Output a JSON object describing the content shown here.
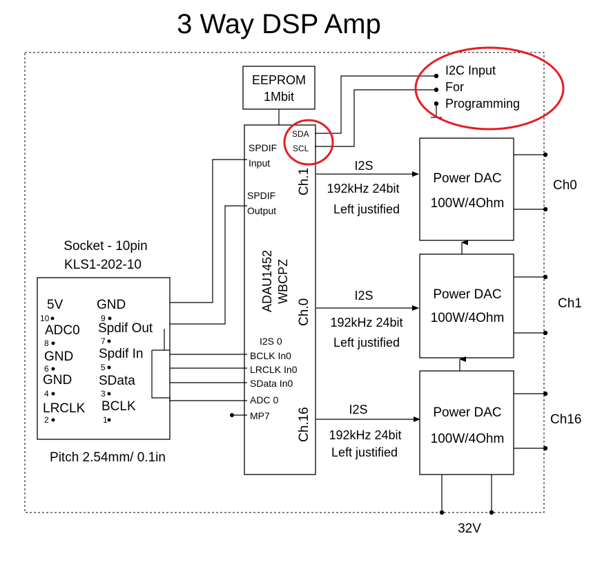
{
  "title": "3 Way DSP Amp",
  "eeprom": {
    "line1": "EEPROM",
    "line2": "1Mbit"
  },
  "i2c": {
    "line1": "I2C Input",
    "line2": "For",
    "line3": "Programming"
  },
  "dsp": {
    "part_line1": "ADAU1452",
    "part_line2": "WBCPZ",
    "sda": "SDA",
    "scl": "SCL",
    "spdif_input_1": "SPDIF",
    "spdif_input_2": "Input",
    "spdif_output_1": "SPDIF",
    "spdif_output_2": "Output",
    "i2s0": "I2S 0",
    "bclk": "BCLK In0",
    "lrclk": "LRCLK In0",
    "sdata": "SData In0",
    "adc0": "ADC 0",
    "mp7": "MP7",
    "ch_top": "Ch.1",
    "ch_mid": "Ch.0",
    "ch_bot": "Ch.16"
  },
  "links": [
    {
      "proto": "I2S",
      "rate": "192kHz 24bit",
      "format": "Left justified"
    },
    {
      "proto": "I2S",
      "rate": "192kHz 24bit",
      "format": "Left justified"
    },
    {
      "proto": "I2S",
      "rate": "192kHz 24bit",
      "format": "Left justified"
    }
  ],
  "dacs": [
    {
      "name": "Power DAC",
      "rating": "100W/4Ohm",
      "channel": "Ch0"
    },
    {
      "name": "Power DAC",
      "rating": "100W/4Ohm",
      "channel": "Ch1"
    },
    {
      "name": "Power DAC",
      "rating": "100W/4Ohm",
      "channel": "Ch16"
    }
  ],
  "supply": "32V",
  "socket": {
    "title": "Socket - 10pin",
    "part": "KLS1-202-10",
    "pitch": "Pitch 2.54mm/ 0.1in",
    "pins": [
      {
        "num": "10",
        "label": "5V"
      },
      {
        "num": "9",
        "label": "GND"
      },
      {
        "num": "8",
        "label": "ADC0"
      },
      {
        "num": "7",
        "label": "Spdif Out"
      },
      {
        "num": "6",
        "label": "GND"
      },
      {
        "num": "5",
        "label": "Spdif In"
      },
      {
        "num": "4",
        "label": "GND"
      },
      {
        "num": "3",
        "label": "SData"
      },
      {
        "num": "2",
        "label": "LRCLK"
      },
      {
        "num": "1",
        "label": "BCLK"
      }
    ]
  },
  "colors": {
    "line": "#000000",
    "highlight": "#e31e24"
  }
}
